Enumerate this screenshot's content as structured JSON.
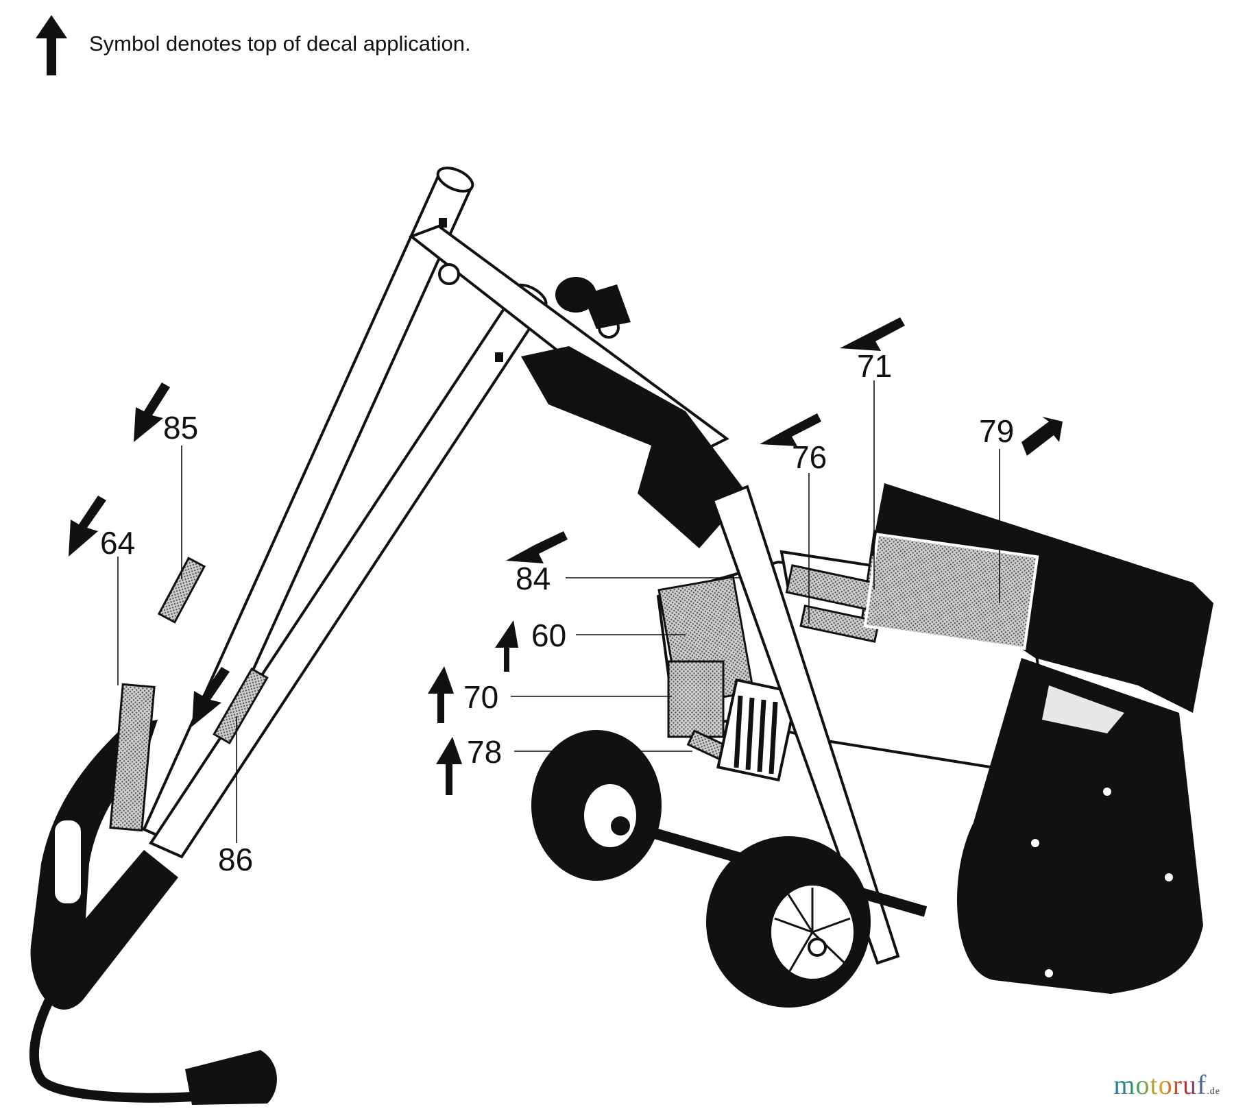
{
  "legend": {
    "icon": "up-arrow-icon",
    "text": "Symbol denotes top of decal application."
  },
  "callouts": [
    {
      "id": "85",
      "label": "85",
      "arrow": "down-left"
    },
    {
      "id": "64",
      "label": "64",
      "arrow": "down-left"
    },
    {
      "id": "86",
      "label": "86",
      "arrow": "down-left"
    },
    {
      "id": "71",
      "label": "71",
      "arrow": "left"
    },
    {
      "id": "76",
      "label": "76",
      "arrow": "left"
    },
    {
      "id": "79",
      "label": "79",
      "arrow": "up-right"
    },
    {
      "id": "84",
      "label": "84",
      "arrow": "left"
    },
    {
      "id": "60",
      "label": "60",
      "arrow": "up"
    },
    {
      "id": "70",
      "label": "70",
      "arrow": "up"
    },
    {
      "id": "78",
      "label": "78",
      "arrow": "up"
    }
  ],
  "watermark": {
    "text": "motoruf",
    "suffix": ".de"
  },
  "colors": {
    "ink": "#111111",
    "paper": "#ffffff",
    "decal_fill": "#9a9a9a"
  }
}
